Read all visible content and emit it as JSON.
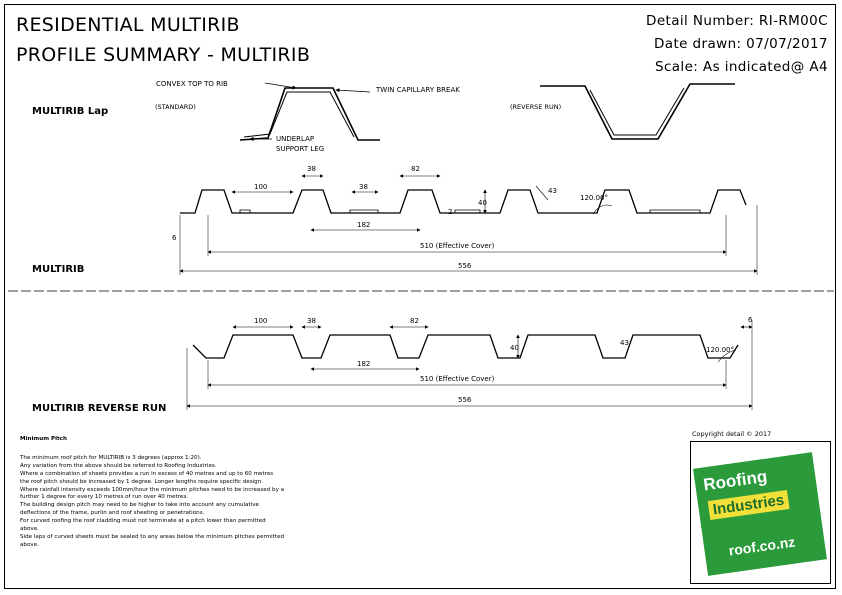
{
  "header": {
    "title_line1": "RESIDENTIAL MULTIRIB",
    "title_line2": "PROFILE SUMMARY -  MULTIRIB",
    "detail_number": "Detail Number:  RI-RM00C",
    "date_drawn": "Date drawn:  07/07/2017",
    "scale": "Scale:  As indicated@ A4"
  },
  "lap": {
    "section_label": "MULTIRIB Lap",
    "standard_label": "(STANDARD)",
    "reverse_label": "(REVERSE RUN)",
    "convex_top": "CONVEX TOP TO RIB",
    "twin_capillary": "TWIN CAPILLARY BREAK",
    "underlap_1": "UNDERLAP",
    "underlap_2": "SUPPORT LEG"
  },
  "multirib": {
    "section_label": "MULTIRIB",
    "dims": {
      "d100": "100",
      "d38a": "38",
      "d38b": "38",
      "d82": "82",
      "d182": "182",
      "d6": "6",
      "d2": "2",
      "d40": "40",
      "d43": "43",
      "angle": "120.00°",
      "effective": "510 (Effective Cover)",
      "overall": "556"
    }
  },
  "reverse": {
    "section_label": "MULTIRIB REVERSE RUN",
    "dims": {
      "d100": "100",
      "d38": "38",
      "d82": "82",
      "d182": "182",
      "d40": "40",
      "d43": "43",
      "angle": "120.00°",
      "d6": "6",
      "effective": "510 (Effective Cover)",
      "overall": "556"
    }
  },
  "notes": {
    "heading": "Minimum Pitch",
    "lines": [
      "The minimum roof pitch for MULTIRIB is 3 degrees (approx 1:20).",
      "Any variation from the above should be referred to Roofing Industries.",
      "Where a combination of sheets provides a run in excess of 40 metres and up to 60 metres",
      "the roof pitch should be increased by 1 degree.  Longer lengths require specific design.",
      "Where rainfall intensity exceeds 100mm/hour the minimum pitches need to be increased by a",
      "further 1 degree for every 10 metres of run over 40 metres.",
      "The building design pitch may need to be higher to take into account any cumulative",
      "deflections of the frame, purlin and roof sheeting or penetrations.",
      "For curved roofing the roof cladding must not terminate at a pitch lower than permitted",
      "above.",
      "Side laps of curved sheets must be sealed to any areas below the minimum pitches permitted",
      "above."
    ]
  },
  "copyright": "Copyright detail  ©  2017",
  "logo": {
    "line1": "Roofing",
    "line2": "Industries",
    "line3": "roof.co.nz",
    "green": "#2a9a3b",
    "yellow": "#f2e03a"
  }
}
